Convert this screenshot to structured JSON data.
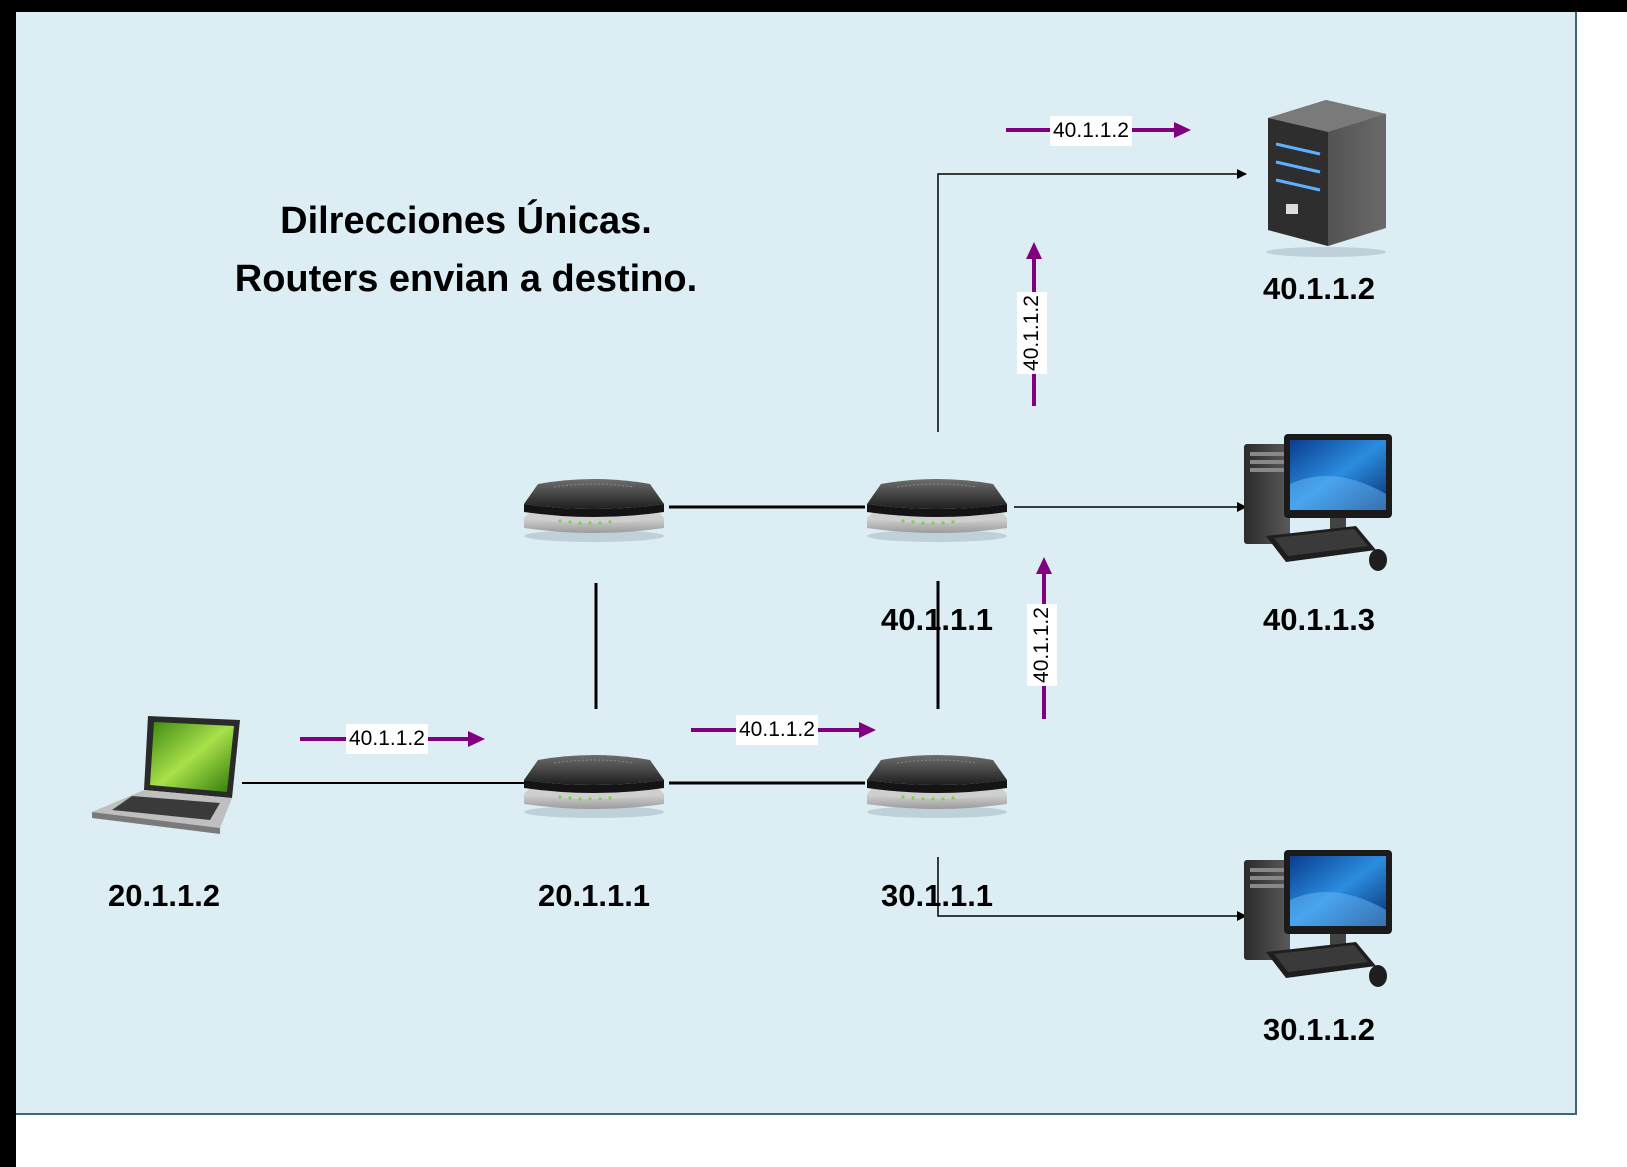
{
  "title": {
    "line1": "Dilrecciones Únicas.",
    "line2": "Routers envian a destino."
  },
  "nodes": {
    "laptop": {
      "label": "20.1.1.2",
      "icon": "laptop-icon"
    },
    "router_bottom_left": {
      "label": "20.1.1.1",
      "icon": "router-icon"
    },
    "router_bottom_right": {
      "label": "30.1.1.1",
      "icon": "router-icon"
    },
    "router_top_left": {
      "label": "",
      "icon": "router-icon"
    },
    "router_top_right": {
      "label": "40.1.1.1",
      "icon": "router-icon"
    },
    "server": {
      "label": "40.1.1.2",
      "icon": "server-icon"
    },
    "desktop_mid": {
      "label": "40.1.1.3",
      "icon": "desktop-pc-icon"
    },
    "desktop_bottom": {
      "label": "30.1.1.2",
      "icon": "desktop-pc-icon"
    }
  },
  "packets": [
    {
      "label": "40.1.1.2",
      "direction": "right"
    },
    {
      "label": "40.1.1.2",
      "direction": "right"
    },
    {
      "label": "40.1.1.2",
      "direction": "up"
    },
    {
      "label": "40.1.1.2",
      "direction": "up"
    },
    {
      "label": "40.1.1.2",
      "direction": "right"
    }
  ],
  "colors": {
    "background": "#dcedf3",
    "packet_arrow": "#800080",
    "link": "#000000"
  }
}
